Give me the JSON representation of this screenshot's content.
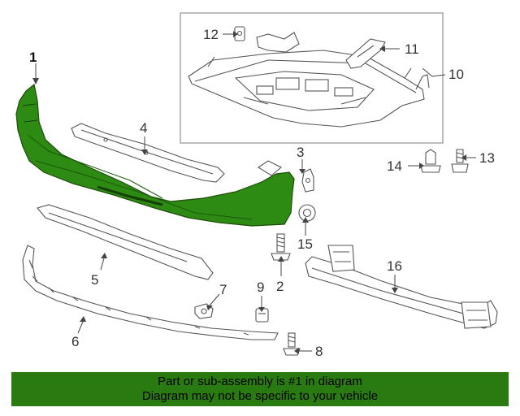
{
  "callouts": {
    "c1": "1",
    "c2": "2",
    "c3": "3",
    "c4": "4",
    "c5": "5",
    "c6": "6",
    "c7": "7",
    "c8": "8",
    "c9": "9",
    "c10": "10",
    "c11": "11",
    "c12": "12",
    "c13": "13",
    "c14": "14",
    "c15": "15",
    "c16": "16"
  },
  "banner": {
    "line1": "Part or sub-assembly is #1 in diagram",
    "line2": "Diagram may not be specific to your vehicle"
  },
  "colors": {
    "highlight_part": "#2d8a12",
    "banner_background": "#2a7a12",
    "line_art": "#555555"
  }
}
